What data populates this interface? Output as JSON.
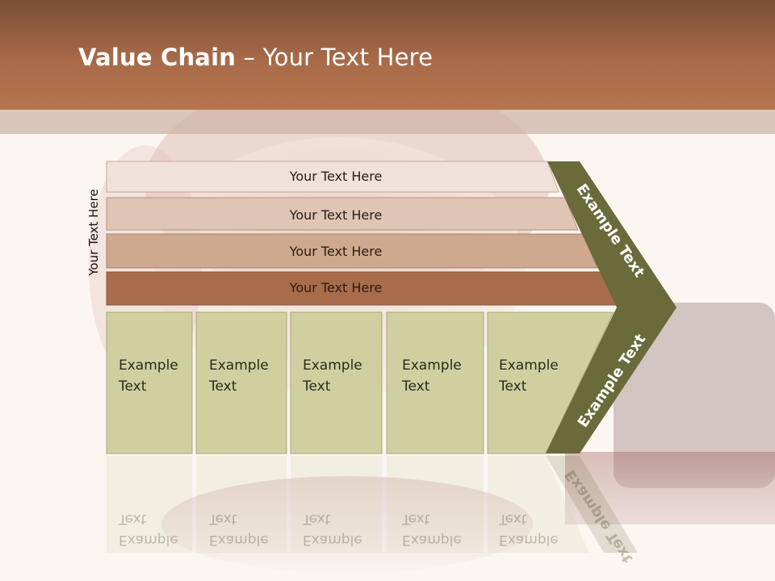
{
  "slide": {
    "title_bold": "Value Chain",
    "title_rest": " – Your Text Here",
    "side_label": "Your Text Here"
  },
  "rows": [
    {
      "label": "Your Text Here",
      "color": "#f0e2da"
    },
    {
      "label": "Your Text Here",
      "color": "#e0c4b4"
    },
    {
      "label": "Your Text Here",
      "color": "#cfa890"
    },
    {
      "label": "Your Text Here",
      "color": "#a86c4a"
    }
  ],
  "cells": [
    {
      "line1": "Example",
      "line2": "Text"
    },
    {
      "line1": "Example",
      "line2": "Text"
    },
    {
      "line1": "Example",
      "line2": "Text"
    },
    {
      "line1": "Example",
      "line2": "Text"
    },
    {
      "line1": "Example",
      "line2": "Text"
    }
  ],
  "chevron": {
    "upper_label": "Example Text",
    "lower_label": "Example Text",
    "color": "#6a6a3a"
  },
  "colors": {
    "cell_fill": "#cfcfa0",
    "header": "#a86a48"
  }
}
